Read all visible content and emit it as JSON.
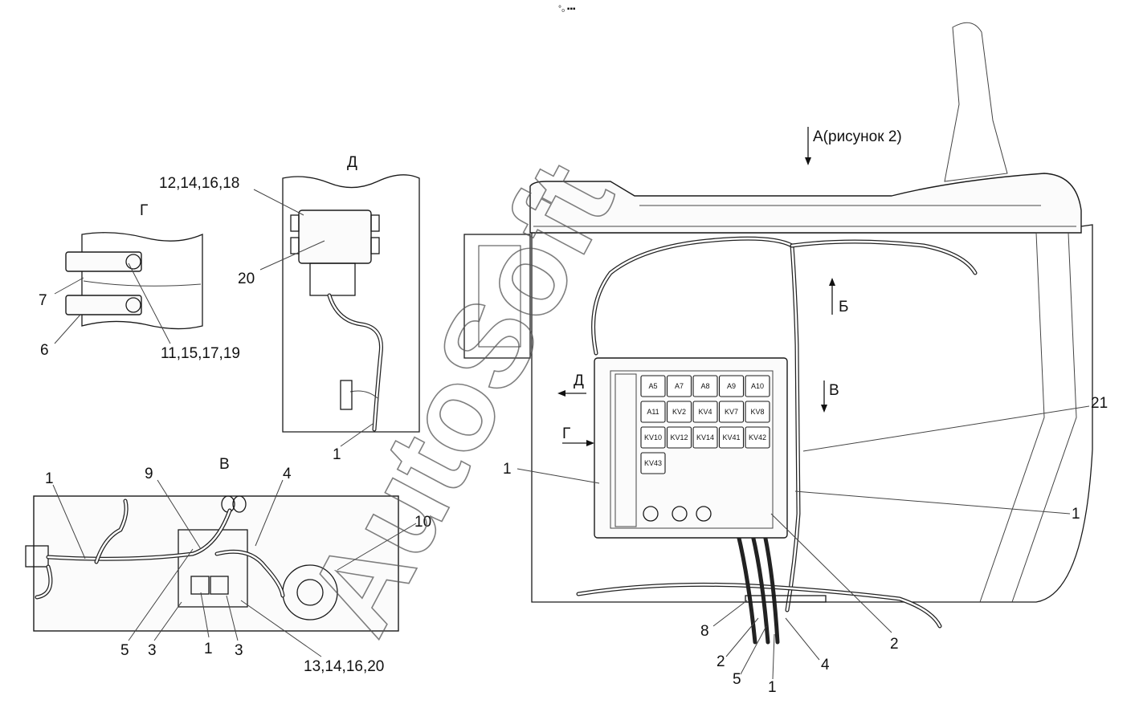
{
  "header_mark": "°₀ ▪▪▪",
  "watermark": "AutoSoft",
  "views": {
    "d": {
      "title": "Д"
    },
    "g": {
      "title": "Г"
    },
    "v": {
      "title": "В"
    }
  },
  "callouts": {
    "d_top": "12,14,16,18",
    "d_20": "20",
    "d_1": "1",
    "g_7": "7",
    "g_6": "6",
    "g_11": "11,15,17,19",
    "v_1": "1",
    "v_9": "9",
    "v_4": "4",
    "v_10": "10",
    "v_5": "5",
    "v_3a": "3",
    "v_1b": "1",
    "v_3b": "3",
    "v_13": "13,14,16,20",
    "main_a": "А(рисунок 2)",
    "main_b": "Б",
    "main_v": "В",
    "main_d": "Д",
    "main_g": "Г",
    "main_21": "21",
    "main_1a": "1",
    "main_1b": "1",
    "main_2a": "2",
    "main_8": "8",
    "main_2b": "2",
    "main_5": "5",
    "main_1c": "1",
    "main_4": "4"
  },
  "relays": [
    [
      "A5",
      "A7",
      "A8",
      "A9",
      "A10"
    ],
    [
      "A11",
      "KV2",
      "KV4",
      "KV7",
      "KV8"
    ],
    [
      "KV10",
      "KV12",
      "KV14",
      "KV41",
      "KV42"
    ],
    [
      "KV43"
    ]
  ]
}
